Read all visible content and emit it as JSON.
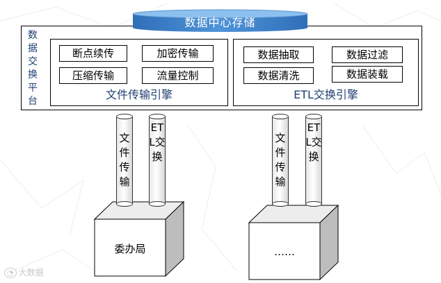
{
  "storage": {
    "label": "数据中心存储"
  },
  "platform": {
    "label": "数据交换平台",
    "left_engine": {
      "title": "文件传输引擎",
      "functions": [
        "断点续传",
        "加密传输",
        "压缩传输",
        "流量控制"
      ]
    },
    "right_engine": {
      "title": "ETL交换引擎",
      "functions": [
        "数据抽取",
        "数据过滤",
        "数据清洗",
        "数据装载"
      ]
    }
  },
  "pipes": {
    "file_transfer": "文件传输",
    "etl_exchange": "ETL交换"
  },
  "nodes": {
    "left": "委办局",
    "right": "……"
  },
  "watermark": "大数据",
  "colors": {
    "cylinder_top": "#7fb3e6",
    "cylinder_body": "#3f7fc6",
    "engine_title": "#1f3f73"
  }
}
